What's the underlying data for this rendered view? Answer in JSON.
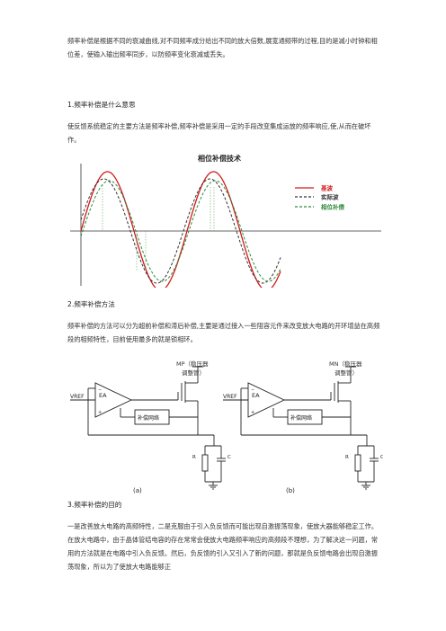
{
  "intro": "频率补偿是根据不同的衰减曲线,对不同频率成分给出不同的放大倍数,展宽通频带的过程,目的是减小时钟和相位差，使输入输出频率同步，以防频率变化衰减或丢失。",
  "section1": {
    "heading": "1.频率补偿是什么意思",
    "body": "使反馈系统稳定的主要方法是频率补偿,频率补偿是采用一定的手段改变集成运放的频率响应,使,从而在破坏作。",
    "figure": {
      "title": "相位补偿技术",
      "legend": [
        {
          "label": "基波",
          "color": "#d11a1a",
          "style": "solid"
        },
        {
          "label": "实际波",
          "color": "#333333",
          "style": "dashed"
        },
        {
          "label": "相位补偿",
          "color": "#2e8b3a",
          "style": "dashed"
        }
      ]
    }
  },
  "section2": {
    "heading": "2.频率补偿方法",
    "body": "频率补偿的方法可以分为超前补偿和滞后补偿,主要是通过接入一些阻容元件来改变放大电路的开环增益在高频段的相频特性，目前使用最多的就是锁相环。",
    "circuits": [
      {
        "caption": "(a)",
        "transistor": "MP（稳压器",
        "transistor2": "调整管）",
        "vref": "VREF",
        "amp": "EA",
        "network": "补偿网络",
        "r": "R",
        "c": "C"
      },
      {
        "caption": "(b)",
        "transistor": "MN（稳压器",
        "transistor2": "调整管）",
        "vref": "VREF",
        "amp": "EA",
        "network": "补偿网络",
        "r": "R",
        "c": "C"
      }
    ]
  },
  "section3": {
    "heading": "3.频率补偿的目的",
    "body": "一是改善放大电路的高频特性，二是克服由于引入负反馈而可能出现自激振荡现象，使放大器能够稳定工作。在放大电路中，由于晶体管结电容的存在常常会使放大电路频率响应的高频段不理想，为了解决这一问题，常用的方法就是在电路中引入负反馈。然后，负反馈的引入又引入了新的问题，那就是负反馈电路会出现自激振荡现象，所以为了使放大电路能够正"
  }
}
